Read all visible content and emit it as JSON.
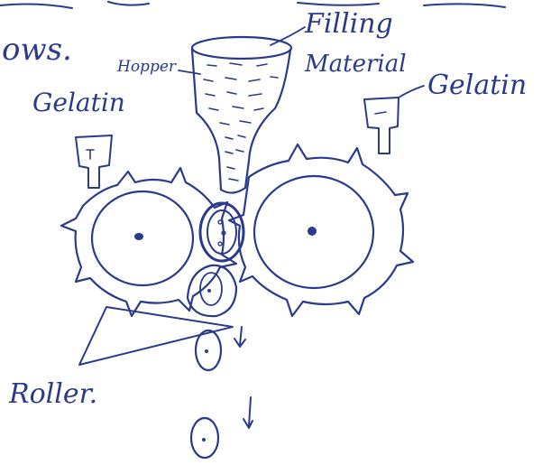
{
  "header_fragment": "ows.",
  "labels": {
    "filling_line1": "Filling",
    "filling_line2": "Material",
    "hopper": "Hopper",
    "gelatin_left": "Gelatin",
    "gelatin_right": "Gelatin",
    "roller": "Roller."
  },
  "ink_color": "#2a3a8c"
}
